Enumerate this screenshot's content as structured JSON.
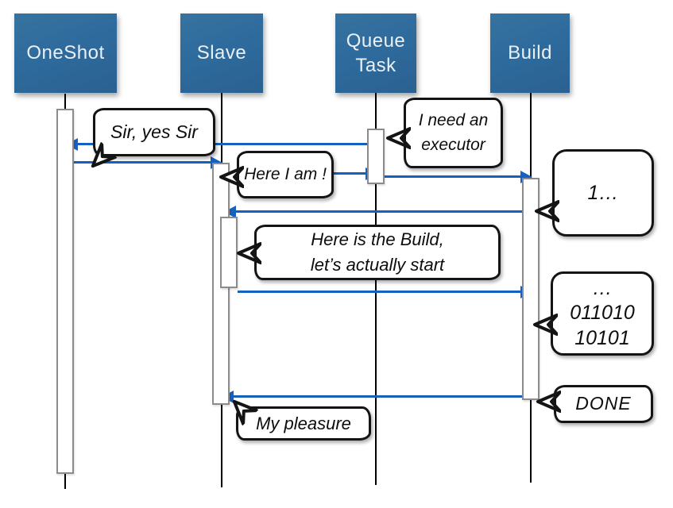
{
  "colors": {
    "actor_fill": "#2e6b9d",
    "arrow_blue": "#1661bf",
    "bar_border": "#8c8c8c",
    "bubble_ink": "#141414",
    "lifeline": "#000000"
  },
  "actors": [
    {
      "label": "OneShot"
    },
    {
      "label": "Slave"
    },
    {
      "label": "Queue Task"
    },
    {
      "label": "Build"
    }
  ],
  "bubbles": [
    {
      "id": "sir-yes-sir",
      "text": "Sir, yes Sir"
    },
    {
      "id": "i-need-an-executor",
      "text": "I need an\nexecutor"
    },
    {
      "id": "here-i-am",
      "text": "Here I am !"
    },
    {
      "id": "one-ellipsis",
      "text": "1…"
    },
    {
      "id": "here-is-the-build",
      "text": "Here is the Build,\nlet’s actually start"
    },
    {
      "id": "binary-stream",
      "text": "…\n011010\n10101"
    },
    {
      "id": "done",
      "text": "DONE"
    },
    {
      "id": "my-pleasure",
      "text": "My pleasure"
    }
  ],
  "flows": [
    {
      "from": "Queue Task",
      "to": "OneShot",
      "label": "I need an executor"
    },
    {
      "from": "OneShot",
      "to": "Slave",
      "label": "Sir, yes Sir"
    },
    {
      "from": "Slave",
      "to": "Queue Task",
      "label": "Here I am !"
    },
    {
      "from": "Queue Task",
      "to": "Build",
      "label": ""
    },
    {
      "from": "Build",
      "to": "Slave",
      "label": "1…"
    },
    {
      "from": "Slave",
      "to": "Build",
      "label": "Here is the Build, let’s actually start"
    },
    {
      "from": "Build",
      "to": "Slave",
      "label": "DONE / My pleasure"
    }
  ]
}
